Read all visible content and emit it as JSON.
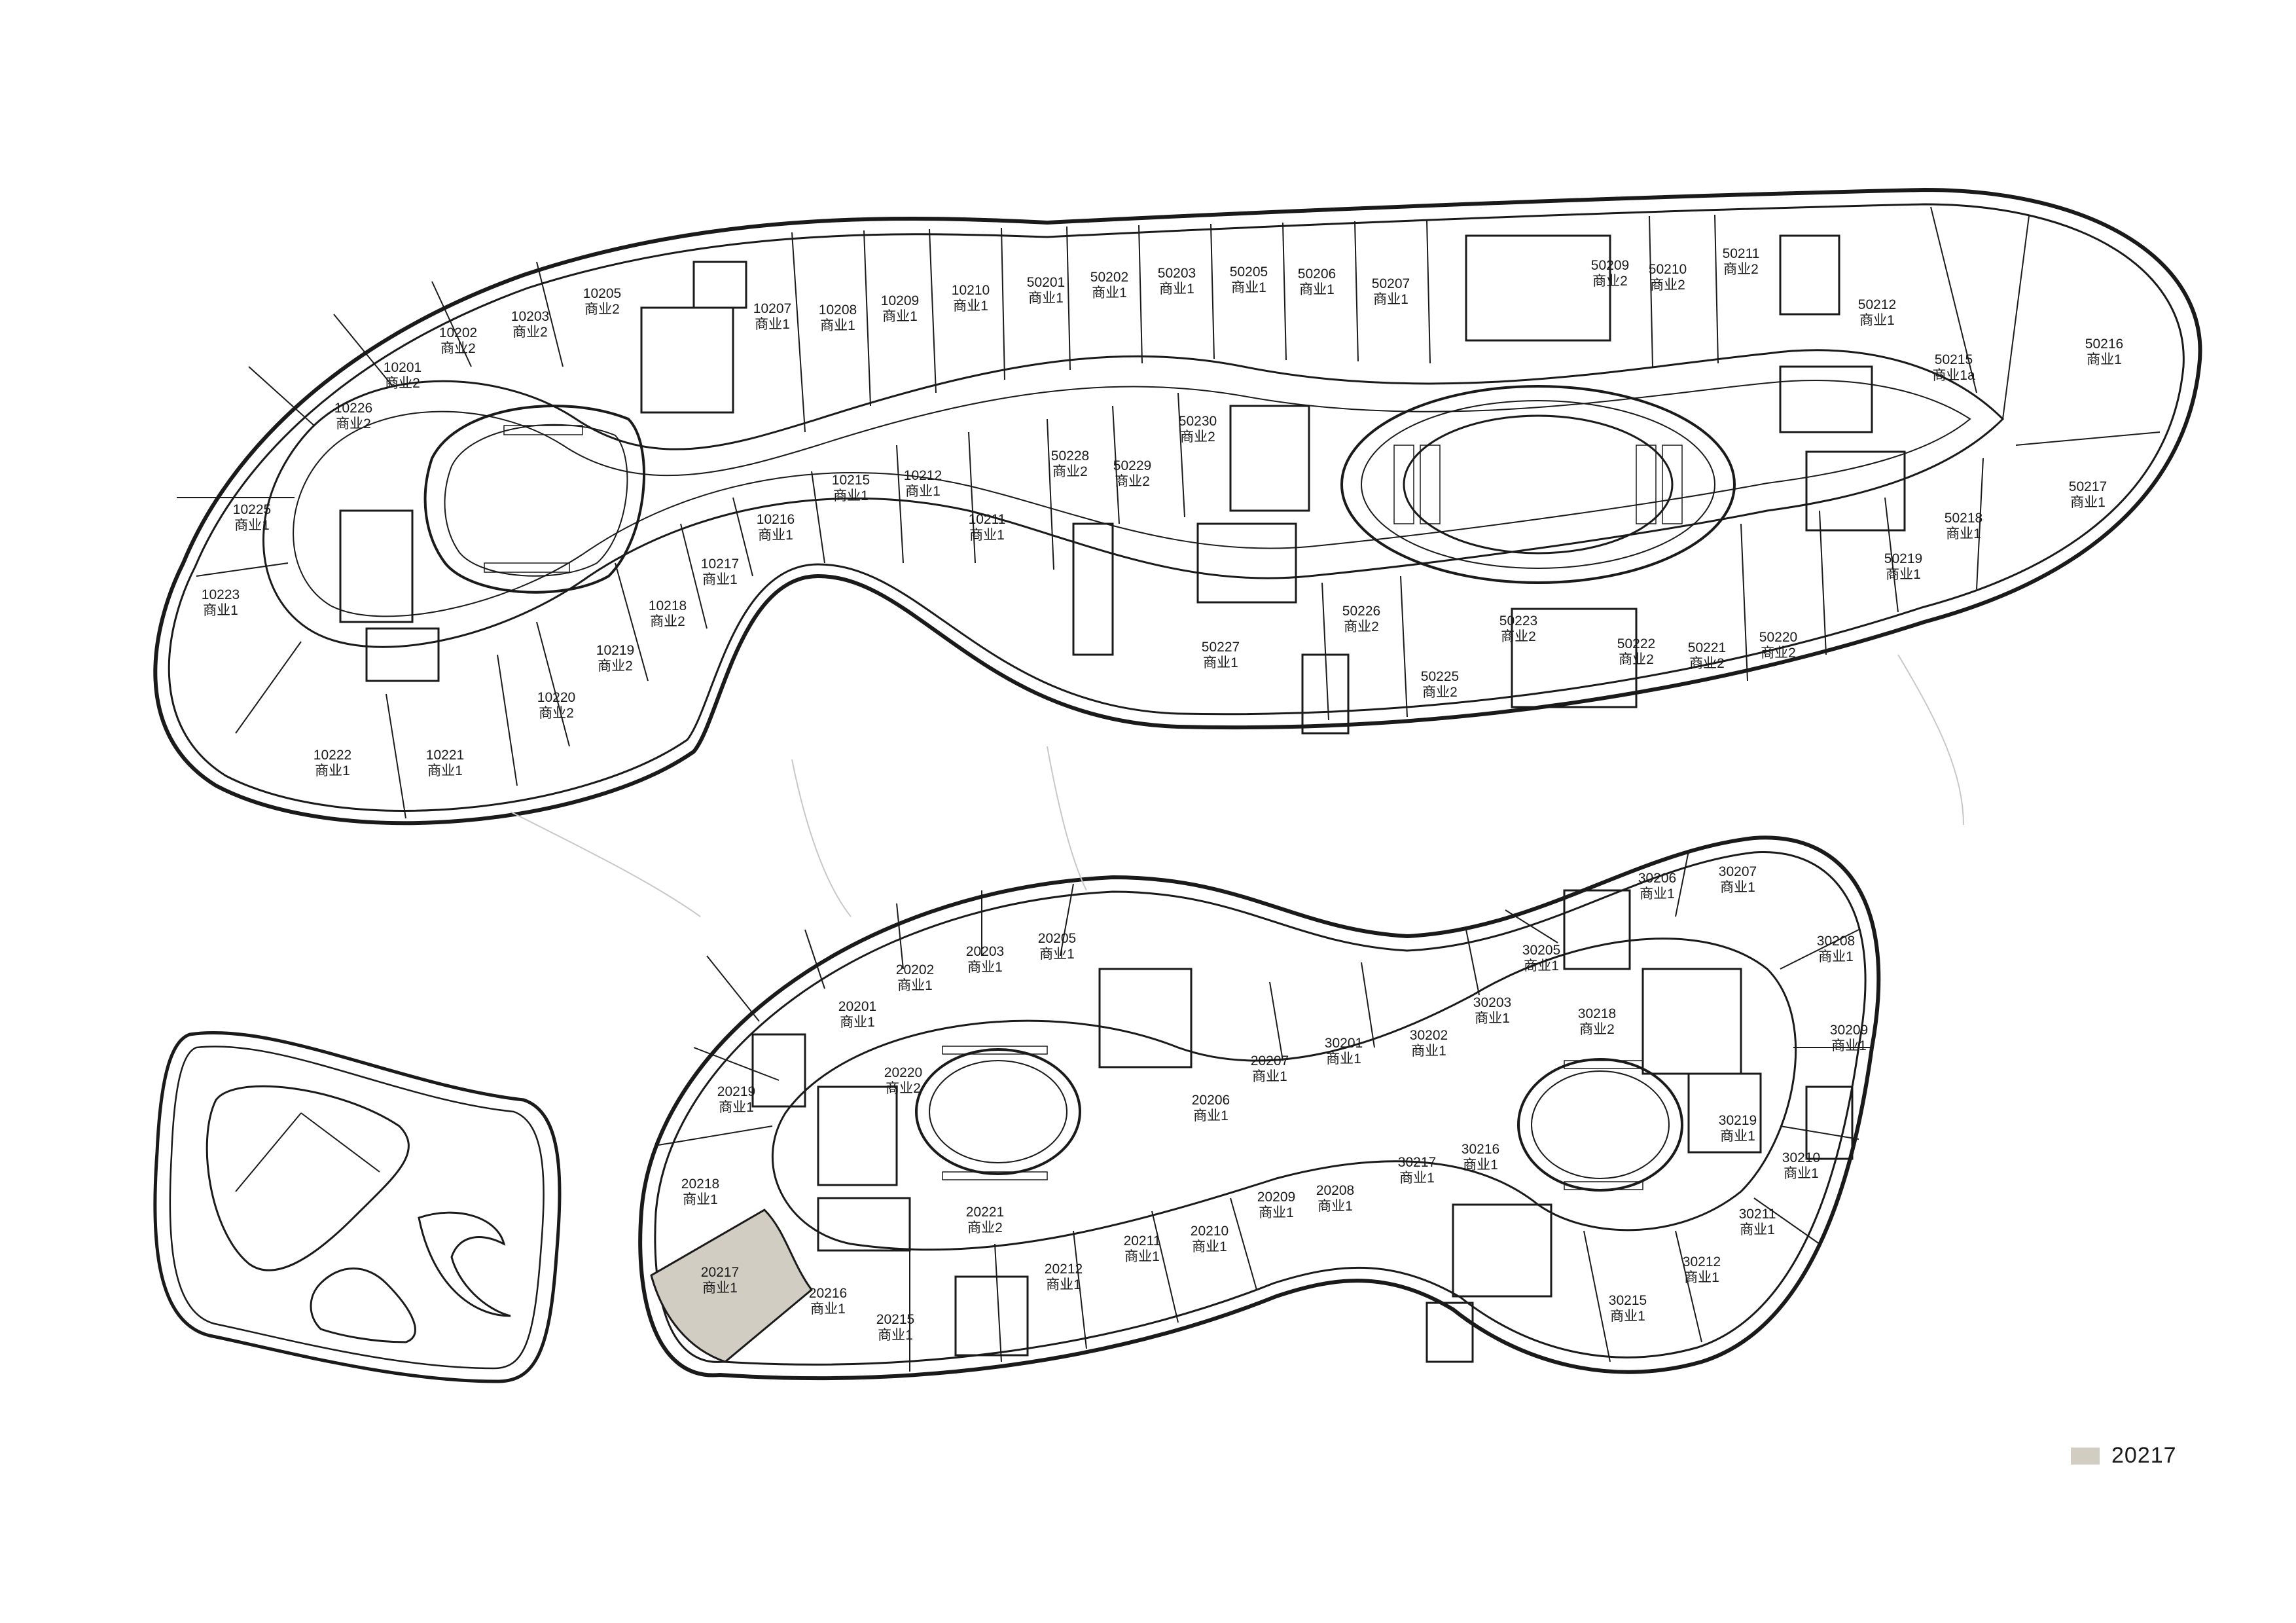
{
  "colors": {
    "line": "#1a1a1a",
    "thin_line": "#555555",
    "faint_line": "#c8c8c8",
    "highlight": "#d2cdc3",
    "background": "#ffffff"
  },
  "highlighted_unit": "20217",
  "legend": {
    "label": "20217"
  },
  "units": [
    {
      "no": "10205",
      "use": "商业2"
    },
    {
      "no": "10202",
      "use": "商业2"
    },
    {
      "no": "10203",
      "use": "商业2"
    },
    {
      "no": "10201",
      "use": "商业2"
    },
    {
      "no": "10226",
      "use": "商业2"
    },
    {
      "no": "10207",
      "use": "商业1"
    },
    {
      "no": "10208",
      "use": "商业1"
    },
    {
      "no": "10209",
      "use": "商业1"
    },
    {
      "no": "10210",
      "use": "商业1"
    },
    {
      "no": "10215",
      "use": "商业1"
    },
    {
      "no": "10212",
      "use": "商业1"
    },
    {
      "no": "10211",
      "use": "商业1"
    },
    {
      "no": "10216",
      "use": "商业1"
    },
    {
      "no": "10217",
      "use": "商业1"
    },
    {
      "no": "10218",
      "use": "商业2"
    },
    {
      "no": "10219",
      "use": "商业2"
    },
    {
      "no": "10220",
      "use": "商业2"
    },
    {
      "no": "10221",
      "use": "商业1"
    },
    {
      "no": "10222",
      "use": "商业1"
    },
    {
      "no": "10223",
      "use": "商业1"
    },
    {
      "no": "10225",
      "use": "商业1"
    },
    {
      "no": "50201",
      "use": "商业1"
    },
    {
      "no": "50202",
      "use": "商业1"
    },
    {
      "no": "50203",
      "use": "商业1"
    },
    {
      "no": "50205",
      "use": "商业1"
    },
    {
      "no": "50206",
      "use": "商业1"
    },
    {
      "no": "50207",
      "use": "商业1"
    },
    {
      "no": "50209",
      "use": "商业2"
    },
    {
      "no": "50210",
      "use": "商业2"
    },
    {
      "no": "50211",
      "use": "商业2"
    },
    {
      "no": "50212",
      "use": "商业1"
    },
    {
      "no": "50216",
      "use": "商业1"
    },
    {
      "no": "50215",
      "use": "商业1a"
    },
    {
      "no": "50217",
      "use": "商业1"
    },
    {
      "no": "50218",
      "use": "商业1"
    },
    {
      "no": "50219",
      "use": "商业1"
    },
    {
      "no": "50220",
      "use": "商业2"
    },
    {
      "no": "50221",
      "use": "商业2"
    },
    {
      "no": "50222",
      "use": "商业2"
    },
    {
      "no": "50223",
      "use": "商业2"
    },
    {
      "no": "50225",
      "use": "商业2"
    },
    {
      "no": "50226",
      "use": "商业2"
    },
    {
      "no": "50227",
      "use": "商业1"
    },
    {
      "no": "50228",
      "use": "商业2"
    },
    {
      "no": "50229",
      "use": "商业2"
    },
    {
      "no": "50230",
      "use": "商业2"
    },
    {
      "no": "20201",
      "use": "商业1"
    },
    {
      "no": "20202",
      "use": "商业1"
    },
    {
      "no": "20203",
      "use": "商业1"
    },
    {
      "no": "20205",
      "use": "商业1"
    },
    {
      "no": "20206",
      "use": "商业1"
    },
    {
      "no": "20207",
      "use": "商业1"
    },
    {
      "no": "20208",
      "use": "商业1"
    },
    {
      "no": "20209",
      "use": "商业1"
    },
    {
      "no": "20210",
      "use": "商业1"
    },
    {
      "no": "20211",
      "use": "商业1"
    },
    {
      "no": "20212",
      "use": "商业1"
    },
    {
      "no": "20215",
      "use": "商业1"
    },
    {
      "no": "20216",
      "use": "商业1"
    },
    {
      "no": "20217",
      "use": "商业1"
    },
    {
      "no": "20218",
      "use": "商业1"
    },
    {
      "no": "20219",
      "use": "商业1"
    },
    {
      "no": "20220",
      "use": "商业2"
    },
    {
      "no": "20221",
      "use": "商业2"
    },
    {
      "no": "30201",
      "use": "商业1"
    },
    {
      "no": "30202",
      "use": "商业1"
    },
    {
      "no": "30203",
      "use": "商业1"
    },
    {
      "no": "30205",
      "use": "商业1"
    },
    {
      "no": "30206",
      "use": "商业1"
    },
    {
      "no": "30207",
      "use": "商业1"
    },
    {
      "no": "30208",
      "use": "商业1"
    },
    {
      "no": "30209",
      "use": "商业1"
    },
    {
      "no": "30210",
      "use": "商业1"
    },
    {
      "no": "30211",
      "use": "商业1"
    },
    {
      "no": "30212",
      "use": "商业1"
    },
    {
      "no": "30215",
      "use": "商业1"
    },
    {
      "no": "30216",
      "use": "商业1"
    },
    {
      "no": "30217",
      "use": "商业1"
    },
    {
      "no": "30218",
      "use": "商业2"
    },
    {
      "no": "30219",
      "use": "商业1"
    }
  ]
}
